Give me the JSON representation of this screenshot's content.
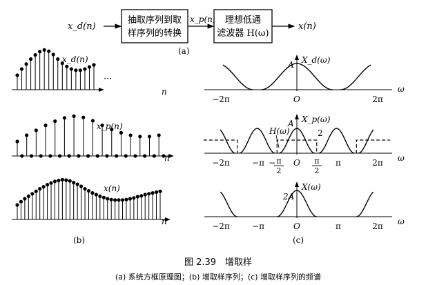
{
  "block_diagram": {
    "input_label": "x_d(n)",
    "block1_line1": "抽取序列到取",
    "block1_line2": "样序列的转换",
    "mid_label": "x_p(n)",
    "block2_line1": "理想低通",
    "block2_line2": "滤波器 H(ω)",
    "output_label": "x(n)",
    "sub_label": "(a)"
  },
  "panel_b": {
    "sub_label": "(b)",
    "axis_label": "n",
    "ellipsis": "···",
    "xd": {
      "label": "x_d(n)",
      "values": [
        0.35,
        0.5,
        0.62,
        0.74,
        0.84,
        0.92,
        0.96,
        0.93,
        0.85,
        0.74,
        0.64,
        0.56,
        0.5,
        0.47,
        0.47,
        0.5,
        0.55,
        0.6
      ]
    },
    "xp": {
      "label": "x_p(n)",
      "values": [
        0.35,
        0,
        0.5,
        0,
        0.62,
        0,
        0.74,
        0,
        0.84,
        0,
        0.92,
        0,
        0.96,
        0,
        0.93,
        0,
        0.85,
        0,
        0.74,
        0,
        0.64,
        0,
        0.56,
        0,
        0.5,
        0,
        0.47,
        0,
        0.47,
        0,
        0.5,
        0
      ]
    },
    "x": {
      "label": "x(n)",
      "values": [
        0.35,
        0.43,
        0.5,
        0.56,
        0.62,
        0.68,
        0.74,
        0.79,
        0.84,
        0.88,
        0.92,
        0.94,
        0.96,
        0.95,
        0.93,
        0.89,
        0.85,
        0.8,
        0.74,
        0.69,
        0.64,
        0.6,
        0.56,
        0.53,
        0.5,
        0.48,
        0.47,
        0.47,
        0.47,
        0.48,
        0.5,
        0.52,
        0.55,
        0.57,
        0.6,
        0.62,
        0.64,
        0.66,
        0.68
      ]
    }
  },
  "panel_c": {
    "sub_label": "(c)",
    "axis_label": "ω",
    "origin_label": "O",
    "spectra": [
      {
        "label": "X_d(ω)",
        "amp_label": "A",
        "ticks": [
          "−2π",
          "2π"
        ]
      },
      {
        "label": "X_p(ω)",
        "amp_label": "A",
        "filter_label": "H(ω)",
        "filter_gain": "2",
        "ticks": [
          "−2π",
          "−π",
          "π",
          "2π"
        ],
        "frac_num": "π",
        "frac_den": "2"
      },
      {
        "label": "X(ω)",
        "amp_label": "2A",
        "ticks": [
          "−2π",
          "−π",
          "π",
          "2π"
        ]
      }
    ]
  },
  "caption": {
    "title": "图 2.39　增取样",
    "subtitle": "(a) 系统方框原理图；(b) 增取样序列；(c) 增取样序列的频谱"
  }
}
